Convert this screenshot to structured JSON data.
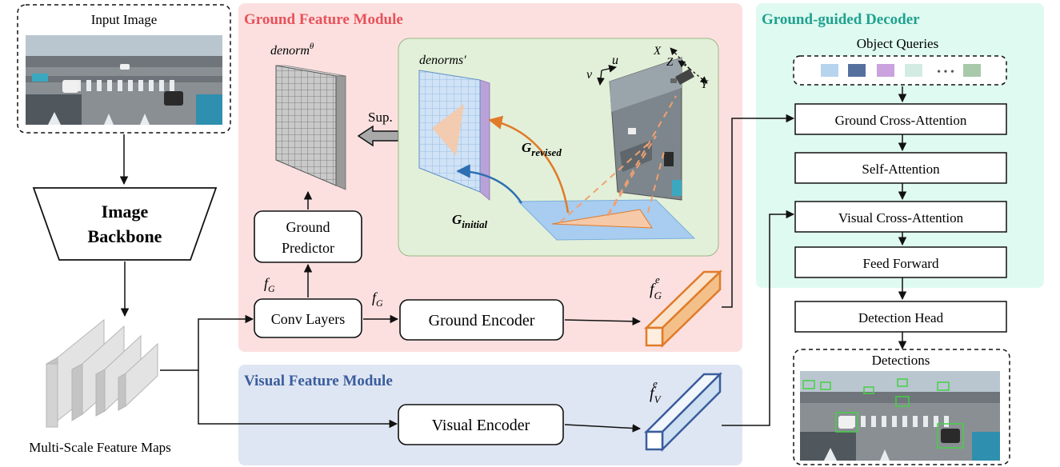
{
  "input": {
    "title": "Input Image"
  },
  "backbone": {
    "line1": "Image",
    "line2": "Backbone"
  },
  "feature_maps": {
    "caption": "Multi-Scale Feature Maps"
  },
  "ground_module": {
    "title": "Ground Feature Module",
    "denorm_theta_base": "denorm",
    "denorm_theta_sup": "θ",
    "denorms_prime": "denorms′",
    "sup_label": "Sup.",
    "g_revised_base": "G",
    "g_revised_sub": "revised",
    "g_initial_base": "G",
    "g_initial_sub": "initial",
    "axis_v": "v",
    "axis_u": "u",
    "axis_x": "X",
    "axis_z": "Z",
    "axis_y": "Y",
    "ground_predictor_line1": "Ground",
    "ground_predictor_line2": "Predictor",
    "conv_layers": "Conv Layers",
    "ground_encoder": "Ground Encoder",
    "fg_base": "f",
    "fg_sub": "G",
    "fge_base": "f",
    "fge_sub": "G",
    "fge_sup": "e"
  },
  "visual_module": {
    "title": "Visual Feature Module",
    "visual_encoder": "Visual Encoder",
    "fve_base": "f",
    "fve_sub": "V",
    "fve_sup": "e"
  },
  "decoder": {
    "title": "Ground-guided Decoder",
    "object_queries": "Object Queries",
    "query_dots": "• • •",
    "query_colors": [
      "#b7d4ef",
      "#56709e",
      "#c9a2de",
      "#d3ece3",
      "#d6eadb",
      "#a8c9aa"
    ],
    "ground_cross_attention": "Ground Cross-Attention",
    "self_attention": "Self-Attention",
    "visual_cross_attention": "Visual Cross-Attention",
    "feed_forward": "Feed Forward"
  },
  "detection_head": "Detection Head",
  "detections": {
    "title": "Detections"
  },
  "colors": {
    "ground_bg": "#fce0e0",
    "ground_title": "#e8525a",
    "visual_bg": "#dfe6f3",
    "visual_title": "#3a5d9c",
    "decoder_bg": "#dffaf0",
    "decoder_title": "#1fa190",
    "inner_panel": "#e3f0d9",
    "orange": "#e07b2a",
    "blue_arrow": "#2d6fb3",
    "detection_box": "#44d044"
  }
}
